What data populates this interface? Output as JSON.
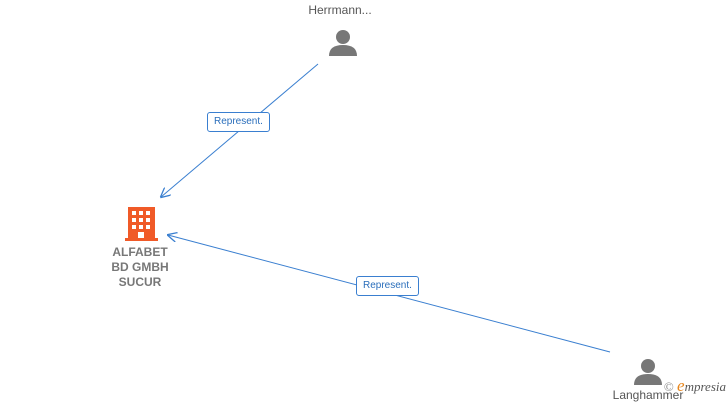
{
  "nodes": {
    "person_top": {
      "name": "Herrmann..."
    },
    "person_bottom": {
      "name": "Langhammer"
    },
    "company": {
      "name_lines": [
        "ALFABET",
        "BD GMBH",
        "SUCUR"
      ]
    }
  },
  "edges": [
    {
      "label": "Represent."
    },
    {
      "label": "Represent."
    }
  ],
  "watermark": {
    "copyright": "©",
    "brand_initial": "e",
    "brand_rest": "mpresia"
  },
  "colors": {
    "edge": "#3a7fd0",
    "person_icon": "#777777",
    "company_icon": "#f05a28"
  }
}
